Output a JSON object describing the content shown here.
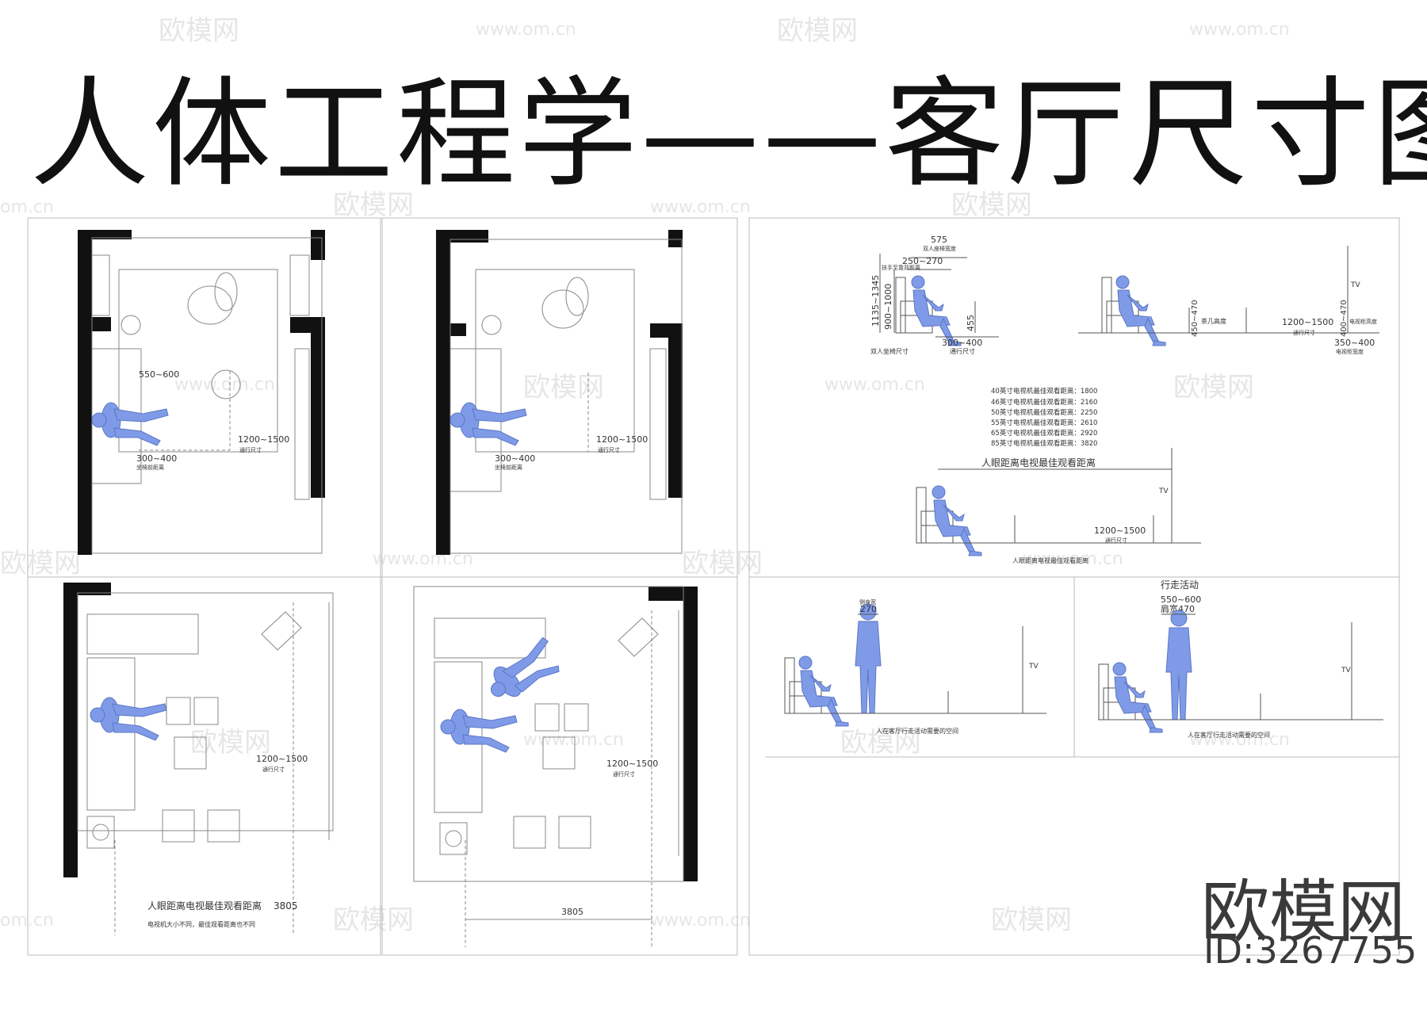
{
  "title": "人体工程学——客厅尺寸图",
  "brand": {
    "name": "欧模网",
    "id": "ID:3267755"
  },
  "watermark": {
    "logo_text": "欧模网",
    "url": "www.om.cn",
    "url_short": "om.cn"
  },
  "colors": {
    "figure": "#7f9be8",
    "line": "#555555",
    "wall": "#111111"
  },
  "plans": {
    "p1": {
      "seat_depth": "550~600",
      "aisle": "1200~1500",
      "aisle_note": "通行尺寸",
      "table_gap": "300~400",
      "table_note": "坐椅前距离"
    },
    "p2": {
      "aisle": "1200~1500",
      "aisle_note": "通行尺寸",
      "table_gap": "300~400",
      "table_note": "坐椅前距离"
    },
    "p3": {
      "aisle": "1200~1500",
      "aisle_note": "通行尺寸",
      "caption": "人眼距离电视最佳观看距离",
      "caption_dim": "3805",
      "caption_note": "电视机大小不同，最佳观看距离也不同"
    },
    "p4": {
      "aisle": "1200~1500",
      "aisle_note": "通行尺寸",
      "bottom_dim": "3805"
    }
  },
  "elevation_a": {
    "width_top": "575",
    "width_top_note": "双人座椅宽度",
    "back_width": "250~270",
    "side_label": "扶手至靠背距离",
    "height_total": "1135~1345",
    "height_seat_back": "900~1000",
    "seat_height": "455",
    "table_gap": "300~400",
    "label_left": "双人坐椅尺寸",
    "label_right": "通行尺寸"
  },
  "elevation_b": {
    "tv": "TV",
    "tea_table": "茶几高度",
    "tea_height": "450~470",
    "aisle": "1200~1500",
    "aisle_note": "通行尺寸",
    "cab_height": "400~470",
    "cab_label": "电视柜高度",
    "cab_depth": "350~400",
    "cab_depth_label": "电视柜宽度"
  },
  "tv_distance": {
    "list": [
      "40英寸电视机最佳观看距离：1800",
      "46英寸电视机最佳观看距离：2160",
      "50英寸电视机最佳观看距离：2250",
      "55英寸电视机最佳观看距离：2610",
      "65英寸电视机最佳观看距离：2920",
      "85英寸电视机最佳观看距离：3820"
    ],
    "heading": "人眼距离电视最佳观看距离",
    "tv": "TV",
    "aisle": "1200~1500",
    "aisle_note": "通行尺寸",
    "caption": "人眼距离电视最佳观看距离"
  },
  "bottom_left": {
    "dim": "270",
    "dim_label": "侧身宽",
    "tv": "TV",
    "caption": "人在客厅行走活动需要的空间"
  },
  "bottom_right": {
    "heading": "行走活动",
    "dim1": "550~600",
    "dim2": "肩宽470",
    "tv": "TV",
    "caption": "人在客厅行走活动需要的空间"
  }
}
